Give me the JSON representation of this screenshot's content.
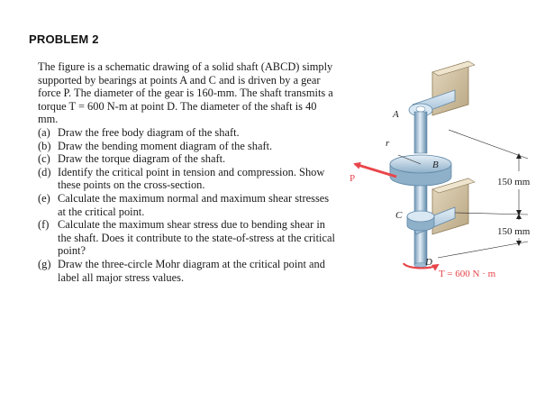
{
  "problem": {
    "heading": "PROBLEM 2",
    "intro": "The figure is a schematic drawing of a solid shaft (ABCD) simply supported by bearings at points A and C and is driven by a gear force P. The diameter of the gear is 160-mm. The shaft transmits a torque T = 600 N-m at point D. The diameter of the shaft is 40 mm.",
    "tasks": [
      {
        "label": "(a)",
        "text": "Draw the free body diagram of the shaft."
      },
      {
        "label": "(b)",
        "text": "Draw the bending moment diagram of the shaft."
      },
      {
        "label": "(c)",
        "text": "Draw the torque diagram of the shaft."
      },
      {
        "label": "(d)",
        "text": "Identify the critical point in tension and compression. Show these points on the cross-section."
      },
      {
        "label": "(e)",
        "text": "Calculate the maximum normal and maximum shear stresses at the critical point."
      },
      {
        "label": "(f)",
        "text": "Calculate the maximum shear stress due to bending shear in the shaft. Does it contribute to the state-of-stress at the critical point?"
      },
      {
        "label": "(g)",
        "text": "Draw the three-circle Mohr diagram at the critical point and label all major stress values."
      }
    ]
  },
  "figure": {
    "point_a": "A",
    "point_b": "B",
    "point_c": "C",
    "point_d": "D",
    "radius_label": "r",
    "force_label": "P",
    "dimension_upper": "150 mm",
    "dimension_lower": "150 mm",
    "torque_label": "T = 600 N · m",
    "colors": {
      "arrow": "#e8454a",
      "shaft_light": "#d9e8f3",
      "shaft_mid": "#9fbdd4",
      "shaft_dark": "#5f88a8",
      "wall": "#d2c3a4"
    }
  }
}
